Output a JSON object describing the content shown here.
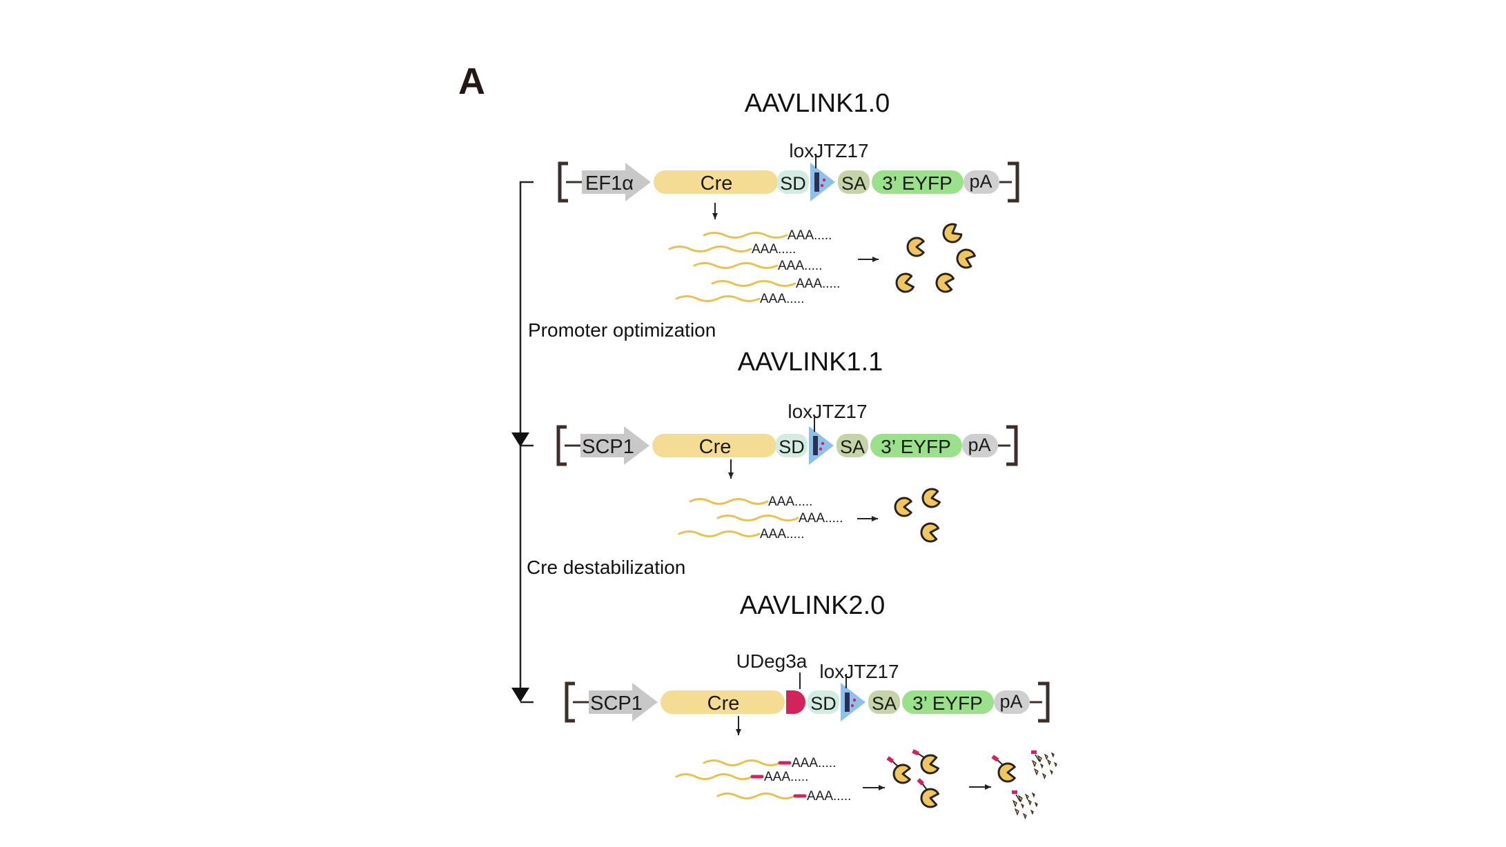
{
  "panel_label": "A",
  "constructs": [
    {
      "title": "AAVLINK1.0",
      "site_label": "loxJTZ17",
      "promoter": "EF1α",
      "cre": "Cre",
      "sd": "SD",
      "sa": "SA",
      "eyfp": "3’ EYFP",
      "pa": "pA",
      "poly_a": "AAA.....",
      "mrna_count": 5,
      "protein_count": 5
    },
    {
      "title": "AAVLINK1.1",
      "site_label": "loxJTZ17",
      "promoter": "SCP1",
      "cre": "Cre",
      "sd": "SD",
      "sa": "SA",
      "eyfp": "3’ EYFP",
      "pa": "pA",
      "poly_a": "AAA.....",
      "mrna_count": 3,
      "protein_count": 3
    },
    {
      "title": "AAVLINK2.0",
      "degron_label": "UDeg3a",
      "site_label": "loxJTZ17",
      "promoter": "SCP1",
      "cre": "Cre",
      "sd": "SD",
      "sa": "SA",
      "eyfp": "3’ EYFP",
      "pa": "pA",
      "poly_a": "AAA.....",
      "mrna_count": 3,
      "protein_count": 3
    }
  ],
  "steps": [
    "Promoter optimization",
    "Cre destabilization"
  ],
  "colors": {
    "promoter": "#c8c8c8",
    "cre": "#f5dc94",
    "sd": "#d3ece2",
    "lox": "#8fc0ec",
    "sa": "#c5d4a8",
    "eyfp": "#9be08a",
    "pa": "#cfcfcf",
    "mrna": "#e8c155",
    "protein": "#f0c75e",
    "degron": "#d0245a",
    "lox_dark": "#2a2f56",
    "itr": "#3c2f2a"
  }
}
